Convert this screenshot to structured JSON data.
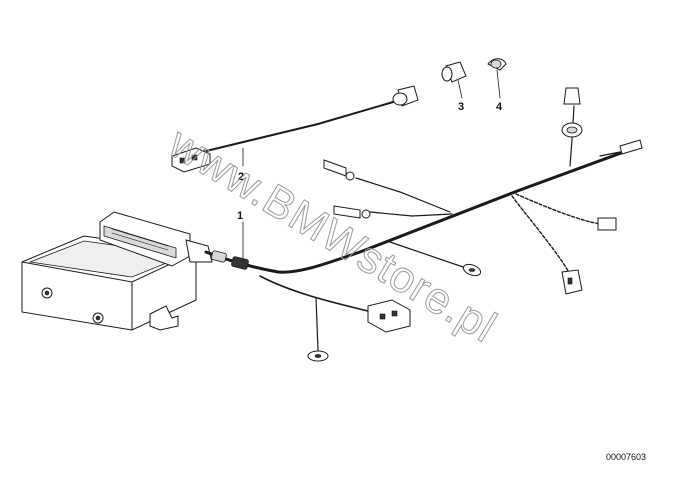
{
  "diagram": {
    "callouts": [
      {
        "id": "c1",
        "label": "1"
      },
      {
        "id": "c2",
        "label": "2"
      },
      {
        "id": "c3",
        "label": "3"
      },
      {
        "id": "c4",
        "label": "4"
      }
    ],
    "watermark": "www.BMWstore.pl",
    "part_number": "00007603"
  }
}
